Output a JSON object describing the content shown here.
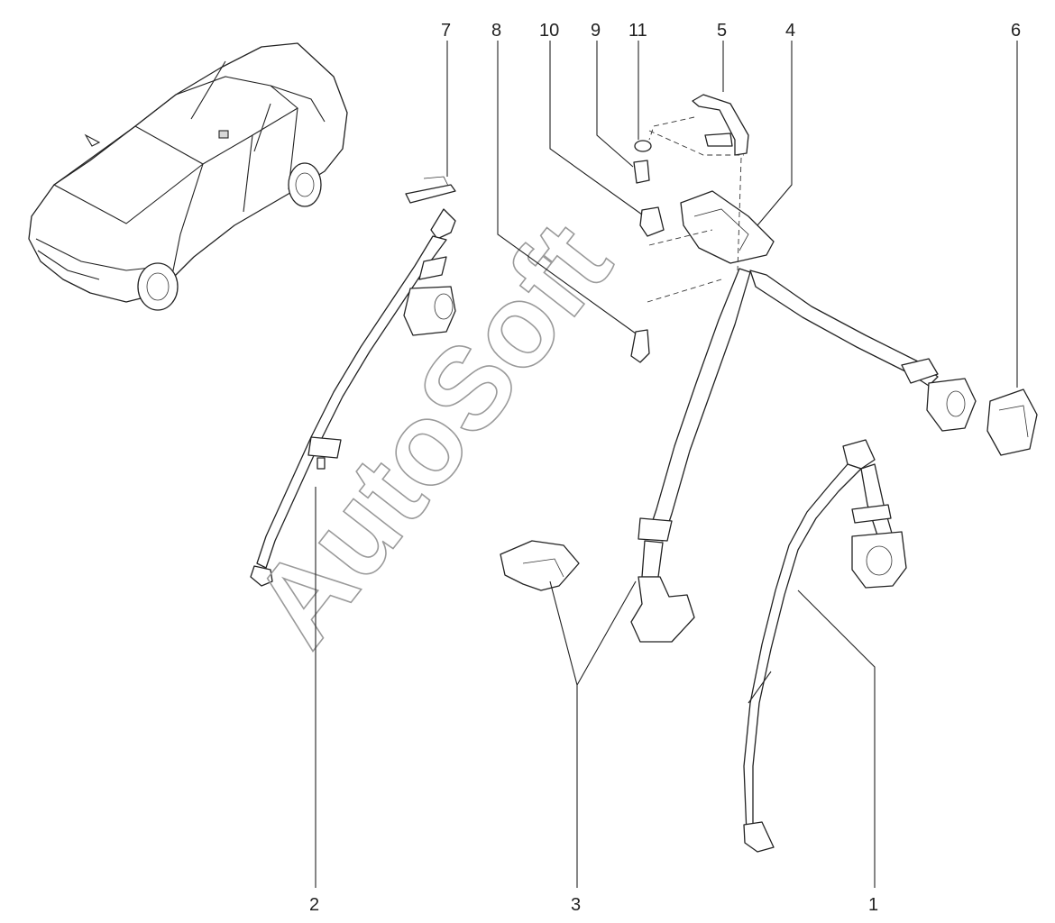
{
  "callouts": [
    {
      "id": "1",
      "label": "1"
    },
    {
      "id": "2",
      "label": "2"
    },
    {
      "id": "3",
      "label": "3"
    },
    {
      "id": "4",
      "label": "4"
    },
    {
      "id": "5",
      "label": "5"
    },
    {
      "id": "6",
      "label": "6"
    },
    {
      "id": "7",
      "label": "7"
    },
    {
      "id": "8",
      "label": "8"
    },
    {
      "id": "9",
      "label": "9"
    },
    {
      "id": "10",
      "label": "10"
    },
    {
      "id": "11",
      "label": "11"
    }
  ],
  "watermark": "AutoSoft"
}
